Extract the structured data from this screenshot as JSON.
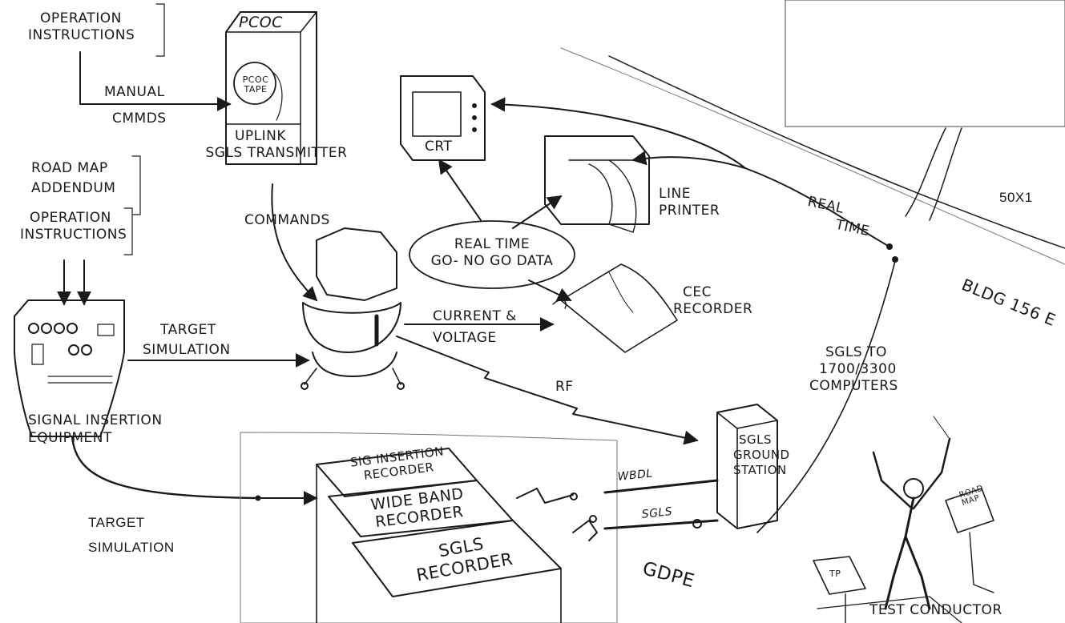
{
  "labels": {
    "op_instr_1_l1": "OPERATION",
    "op_instr_1_l2": "INSTRUCTIONS",
    "manual_l1": "MANUAL",
    "manual_l2": "CMMDS",
    "pcoc_title": "PCOC",
    "pcoc_tape_l1": "PCOC",
    "pcoc_tape_l2": "TAPE",
    "uplink_l1": "UPLINK",
    "uplink_l2": "SGLS TRANSMITTER",
    "crt": "CRT",
    "road_map_l1": "ROAD MAP",
    "road_map_l2": "ADDENDUM",
    "op_instr_2_l1": "OPERATION",
    "op_instr_2_l2": "INSTRUCTIONS",
    "commands": "COMMANDS",
    "line_printer_l1": "LINE",
    "line_printer_l2": "PRINTER",
    "real_time_right_l1": "REAL",
    "real_time_right_l2": "TIME",
    "marking": "50X1",
    "real_time_l1": "REAL TIME",
    "real_time_l2": "GO- NO GO DATA",
    "cec_l1": "CEC",
    "cec_l2": "RECORDER",
    "building": "BLDG 156 E",
    "target_sim_1_l1": "TARGET",
    "target_sim_1_l2": "SIMULATION",
    "current_l1": "CURRENT &",
    "current_l2": "VOLTAGE",
    "sgls_to_l1": "SGLS TO",
    "sgls_to_l2": "1700/3300",
    "sgls_to_l3": "COMPUTERS",
    "signal_ins_l1": "SIGNAL INSERTION",
    "signal_ins_l2": "EQUIPMENT",
    "rf": "RF",
    "ground_l1": "SGLS",
    "ground_l2": "GROUND",
    "ground_l3": "STATION",
    "sig_rec_l1": "SIG INSERTION",
    "sig_rec_l2": "RECORDER",
    "wide_rec_l1": "WIDE BAND",
    "wide_rec_l2": "RECORDER",
    "sgls_rec_l1": "SGLS",
    "sgls_rec_l2": "RECORDER",
    "wbdl": "WBDL",
    "sgls_line": "SGLS",
    "target_sim_2_l1": "TARGET",
    "target_sim_2_l2": "SIMULATION",
    "gdpe": "GDPE",
    "test_conductor": "TEST CONDUCTOR",
    "tp_sign": "TP",
    "road_map_sign_l1": "ROAD",
    "road_map_sign_l2": "MAP"
  },
  "colors": {
    "ink": "#1a1a1a",
    "paper": "#ffffff"
  }
}
